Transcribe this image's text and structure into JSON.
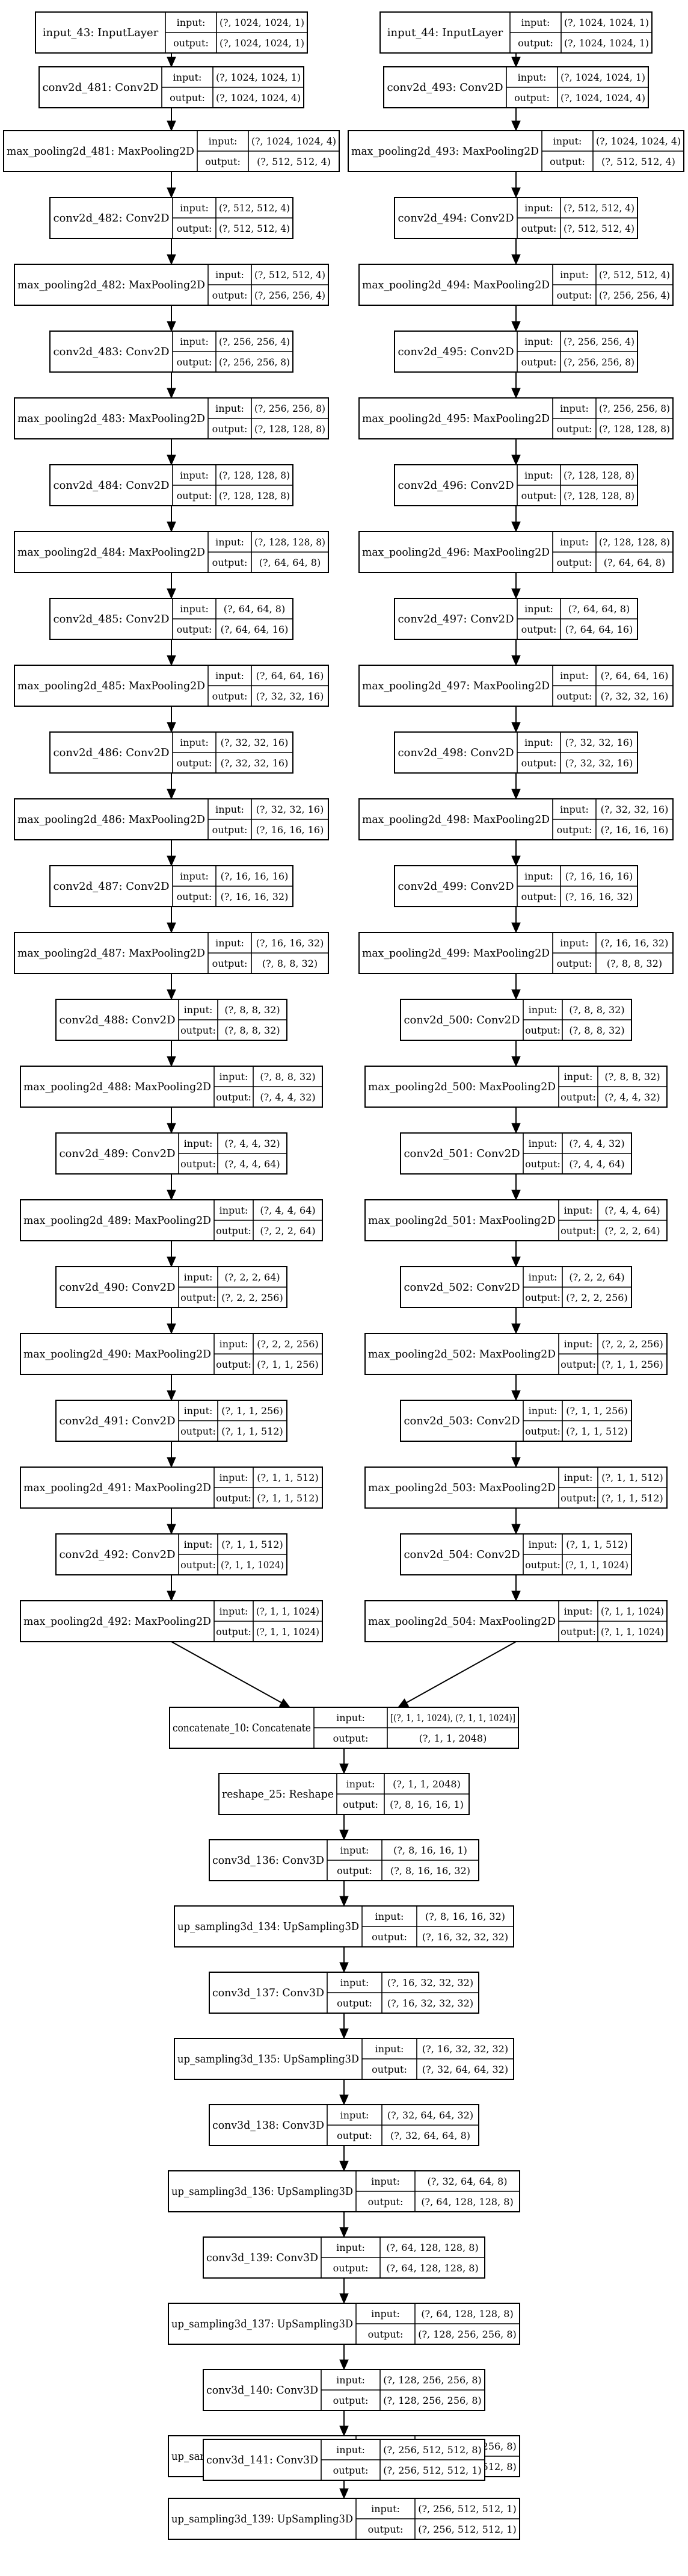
{
  "labels": {
    "input": "input:",
    "output": "output:"
  },
  "nodes": [
    {
      "id": "n0",
      "name": "input_43: InputLayer",
      "input": "(?, 1024, 1024, 1)",
      "output": "(?, 1024, 1024, 1)"
    },
    {
      "id": "n1",
      "name": "conv2d_481: Conv2D",
      "input": "(?, 1024, 1024, 1)",
      "output": "(?, 1024, 1024, 4)"
    },
    {
      "id": "n2",
      "name": "max_pooling2d_481: MaxPooling2D",
      "input": "(?, 1024, 1024, 4)",
      "output": "(?, 512, 512, 4)"
    },
    {
      "id": "n3",
      "name": "conv2d_482: Conv2D",
      "input": "(?, 512, 512, 4)",
      "output": "(?, 512, 512, 4)"
    },
    {
      "id": "n4",
      "name": "max_pooling2d_482: MaxPooling2D",
      "input": "(?, 512, 512, 4)",
      "output": "(?, 256, 256, 4)"
    },
    {
      "id": "n5",
      "name": "conv2d_483: Conv2D",
      "input": "(?, 256, 256, 4)",
      "output": "(?, 256, 256, 8)"
    },
    {
      "id": "n6",
      "name": "max_pooling2d_483: MaxPooling2D",
      "input": "(?, 256, 256, 8)",
      "output": "(?, 128, 128, 8)"
    },
    {
      "id": "n7",
      "name": "conv2d_484: Conv2D",
      "input": "(?, 128, 128, 8)",
      "output": "(?, 128, 128, 8)"
    },
    {
      "id": "n8",
      "name": "max_pooling2d_484: MaxPooling2D",
      "input": "(?, 128, 128, 8)",
      "output": "(?, 64, 64, 8)"
    },
    {
      "id": "n9",
      "name": "conv2d_485: Conv2D",
      "input": "(?, 64, 64, 8)",
      "output": "(?, 64, 64, 16)"
    },
    {
      "id": "n10",
      "name": "max_pooling2d_485: MaxPooling2D",
      "input": "(?, 64, 64, 16)",
      "output": "(?, 32, 32, 16)"
    },
    {
      "id": "n11",
      "name": "conv2d_486: Conv2D",
      "input": "(?, 32, 32, 16)",
      "output": "(?, 32, 32, 16)"
    },
    {
      "id": "n12",
      "name": "max_pooling2d_486: MaxPooling2D",
      "input": "(?, 32, 32, 16)",
      "output": "(?, 16, 16, 16)"
    },
    {
      "id": "n13",
      "name": "conv2d_487: Conv2D",
      "input": "(?, 16, 16, 16)",
      "output": "(?, 16, 16, 32)"
    },
    {
      "id": "n14",
      "name": "max_pooling2d_487: MaxPooling2D",
      "input": "(?, 16, 16, 32)",
      "output": "(?, 8, 8, 32)"
    },
    {
      "id": "n15",
      "name": "conv2d_488: Conv2D",
      "input": "(?, 8, 8, 32)",
      "output": "(?, 8, 8, 32)"
    },
    {
      "id": "n16",
      "name": "max_pooling2d_488: MaxPooling2D",
      "input": "(?, 8, 8, 32)",
      "output": "(?, 4, 4, 32)"
    },
    {
      "id": "n17",
      "name": "conv2d_489: Conv2D",
      "input": "(?, 4, 4, 32)",
      "output": "(?, 4, 4, 64)"
    },
    {
      "id": "n18",
      "name": "max_pooling2d_489: MaxPooling2D",
      "input": "(?, 4, 4, 64)",
      "output": "(?, 2, 2, 64)"
    },
    {
      "id": "n19",
      "name": "conv2d_490: Conv2D",
      "input": "(?, 2, 2, 64)",
      "output": "(?, 2, 2, 256)"
    },
    {
      "id": "n20",
      "name": "max_pooling2d_490: MaxPooling2D",
      "input": "(?, 2, 2, 256)",
      "output": "(?, 1, 1, 256)"
    },
    {
      "id": "n21",
      "name": "conv2d_491: Conv2D",
      "input": "(?, 1, 1, 256)",
      "output": "(?, 1, 1, 512)"
    },
    {
      "id": "n22",
      "name": "max_pooling2d_491: MaxPooling2D",
      "input": "(?, 1, 1, 512)",
      "output": "(?, 1, 1, 512)"
    },
    {
      "id": "n23",
      "name": "conv2d_492: Conv2D",
      "input": "(?, 1, 1, 512)",
      "output": "(?, 1, 1, 1024)"
    },
    {
      "id": "n24",
      "name": "max_pooling2d_492: MaxPooling2D",
      "input": "(?, 1, 1, 1024)",
      "output": "(?, 1, 1, 1024)"
    },
    {
      "id": "m0",
      "name": "input_44: InputLayer",
      "input": "(?, 1024, 1024, 1)",
      "output": "(?, 1024, 1024, 1)"
    },
    {
      "id": "m1",
      "name": "conv2d_493: Conv2D",
      "input": "(?, 1024, 1024, 1)",
      "output": "(?, 1024, 1024, 4)"
    },
    {
      "id": "m2",
      "name": "max_pooling2d_493: MaxPooling2D",
      "input": "(?, 1024, 1024, 4)",
      "output": "(?, 512, 512, 4)"
    },
    {
      "id": "m3",
      "name": "conv2d_494: Conv2D",
      "input": "(?, 512, 512, 4)",
      "output": "(?, 512, 512, 4)"
    },
    {
      "id": "m4",
      "name": "max_pooling2d_494: MaxPooling2D",
      "input": "(?, 512, 512, 4)",
      "output": "(?, 256, 256, 4)"
    },
    {
      "id": "m5",
      "name": "conv2d_495: Conv2D",
      "input": "(?, 256, 256, 4)",
      "output": "(?, 256, 256, 8)"
    },
    {
      "id": "m6",
      "name": "max_pooling2d_495: MaxPooling2D",
      "input": "(?, 256, 256, 8)",
      "output": "(?, 128, 128, 8)"
    },
    {
      "id": "m7",
      "name": "conv2d_496: Conv2D",
      "input": "(?, 128, 128, 8)",
      "output": "(?, 128, 128, 8)"
    },
    {
      "id": "m8",
      "name": "max_pooling2d_496: MaxPooling2D",
      "input": "(?, 128, 128, 8)",
      "output": "(?, 64, 64, 8)"
    },
    {
      "id": "m9",
      "name": "conv2d_497: Conv2D",
      "input": "(?, 64, 64, 8)",
      "output": "(?, 64, 64, 16)"
    },
    {
      "id": "m10",
      "name": "max_pooling2d_497: MaxPooling2D",
      "input": "(?, 64, 64, 16)",
      "output": "(?, 32, 32, 16)"
    },
    {
      "id": "m11",
      "name": "conv2d_498: Conv2D",
      "input": "(?, 32, 32, 16)",
      "output": "(?, 32, 32, 16)"
    },
    {
      "id": "m12",
      "name": "max_pooling2d_498: MaxPooling2D",
      "input": "(?, 32, 32, 16)",
      "output": "(?, 16, 16, 16)"
    },
    {
      "id": "m13",
      "name": "conv2d_499: Conv2D",
      "input": "(?, 16, 16, 16)",
      "output": "(?, 16, 16, 32)"
    },
    {
      "id": "m14",
      "name": "max_pooling2d_499: MaxPooling2D",
      "input": "(?, 16, 16, 32)",
      "output": "(?, 8, 8, 32)"
    },
    {
      "id": "m15",
      "name": "conv2d_500: Conv2D",
      "input": "(?, 8, 8, 32)",
      "output": "(?, 8, 8, 32)"
    },
    {
      "id": "m16",
      "name": "max_pooling2d_500: MaxPooling2D",
      "input": "(?, 8, 8, 32)",
      "output": "(?, 4, 4, 32)"
    },
    {
      "id": "m17",
      "name": "conv2d_501: Conv2D",
      "input": "(?, 4, 4, 32)",
      "output": "(?, 4, 4, 64)"
    },
    {
      "id": "m18",
      "name": "max_pooling2d_501: MaxPooling2D",
      "input": "(?, 4, 4, 64)",
      "output": "(?, 2, 2, 64)"
    },
    {
      "id": "m19",
      "name": "conv2d_502: Conv2D",
      "input": "(?, 2, 2, 64)",
      "output": "(?, 2, 2, 256)"
    },
    {
      "id": "m20",
      "name": "max_pooling2d_502: MaxPooling2D",
      "input": "(?, 2, 2, 256)",
      "output": "(?, 1, 1, 256)"
    },
    {
      "id": "m21",
      "name": "conv2d_503: Conv2D",
      "input": "(?, 1, 1, 256)",
      "output": "(?, 1, 1, 512)"
    },
    {
      "id": "m22",
      "name": "max_pooling2d_503: MaxPooling2D",
      "input": "(?, 1, 1, 512)",
      "output": "(?, 1, 1, 512)"
    },
    {
      "id": "m23",
      "name": "conv2d_504: Conv2D",
      "input": "(?, 1, 1, 512)",
      "output": "(?, 1, 1, 1024)"
    },
    {
      "id": "m24",
      "name": "max_pooling2d_504: MaxPooling2D",
      "input": "(?, 1, 1, 1024)",
      "output": "(?, 1, 1, 1024)"
    },
    {
      "id": "c0",
      "name": "concatenate_10: Concatenate",
      "input": "[(?, 1, 1, 1024), (?, 1, 1, 1024)]",
      "output": "(?, 1, 1, 2048)"
    },
    {
      "id": "c1",
      "name": "reshape_25: Reshape",
      "input": "(?, 1, 1, 2048)",
      "output": "(?, 8, 16, 16, 1)"
    },
    {
      "id": "c2",
      "name": "conv3d_136: Conv3D",
      "input": "(?, 8, 16, 16, 1)",
      "output": "(?, 8, 16, 16, 32)"
    },
    {
      "id": "c3",
      "name": "up_sampling3d_134: UpSampling3D",
      "input": "(?, 8, 16, 16, 32)",
      "output": "(?, 16, 32, 32, 32)"
    },
    {
      "id": "c4",
      "name": "conv3d_137: Conv3D",
      "input": "(?, 16, 32, 32, 32)",
      "output": "(?, 16, 32, 32, 32)"
    },
    {
      "id": "c5",
      "name": "up_sampling3d_135: UpSampling3D",
      "input": "(?, 16, 32, 32, 32)",
      "output": "(?, 32, 64, 64, 32)"
    },
    {
      "id": "c6",
      "name": "conv3d_138: Conv3D",
      "input": "(?, 32, 64, 64, 32)",
      "output": "(?, 32, 64, 64, 8)"
    },
    {
      "id": "c7",
      "name": "up_sampling3d_136: UpSampling3D",
      "input": "(?, 32, 64, 64, 8)",
      "output": "(?, 64, 128, 128, 8)"
    },
    {
      "id": "c8",
      "name": "conv3d_139: Conv3D",
      "input": "(?, 64, 128, 128, 8)",
      "output": "(?, 64, 128, 128, 8)"
    },
    {
      "id": "c9",
      "name": "up_sampling3d_137: UpSampling3D",
      "input": "(?, 64, 128, 128, 8)",
      "output": "(?, 128, 256, 256, 8)"
    },
    {
      "id": "c10",
      "name": "conv3d_140: Conv3D",
      "input": "(?, 128, 256, 256, 8)",
      "output": "(?, 128, 256, 256, 8)"
    },
    {
      "id": "c11",
      "name": "up_sampling3d_138: UpSampling3D",
      "input": "(?, 128, 256, 256, 8)",
      "output": "(?, 256, 512, 512, 8)"
    },
    {
      "id": "c12",
      "name": "conv3d_141: Conv3D",
      "input": "(?, 256, 512, 512, 8)",
      "output": "(?, 256, 512, 512, 1)"
    },
    {
      "id": "c13",
      "name": "up_sampling3d_139: UpSampling3D",
      "input": "(?, 256, 512, 512, 1)",
      "output": "(?, 256, 512, 512, 1)"
    }
  ],
  "edges": [
    [
      "n0",
      "n1"
    ],
    [
      "n1",
      "n2"
    ],
    [
      "n2",
      "n3"
    ],
    [
      "n3",
      "n4"
    ],
    [
      "n4",
      "n5"
    ],
    [
      "n5",
      "n6"
    ],
    [
      "n6",
      "n7"
    ],
    [
      "n7",
      "n8"
    ],
    [
      "n8",
      "n9"
    ],
    [
      "n9",
      "n10"
    ],
    [
      "n10",
      "n11"
    ],
    [
      "n11",
      "n12"
    ],
    [
      "n12",
      "n13"
    ],
    [
      "n13",
      "n14"
    ],
    [
      "n14",
      "n15"
    ],
    [
      "n15",
      "n16"
    ],
    [
      "n16",
      "n17"
    ],
    [
      "n17",
      "n18"
    ],
    [
      "n18",
      "n19"
    ],
    [
      "n19",
      "n20"
    ],
    [
      "n20",
      "n21"
    ],
    [
      "n21",
      "n22"
    ],
    [
      "n22",
      "n23"
    ],
    [
      "n23",
      "n24"
    ],
    [
      "m0",
      "m1"
    ],
    [
      "m1",
      "m2"
    ],
    [
      "m2",
      "m3"
    ],
    [
      "m3",
      "m4"
    ],
    [
      "m4",
      "m5"
    ],
    [
      "m5",
      "m6"
    ],
    [
      "m6",
      "m7"
    ],
    [
      "m7",
      "m8"
    ],
    [
      "m8",
      "m9"
    ],
    [
      "m9",
      "m10"
    ],
    [
      "m10",
      "m11"
    ],
    [
      "m11",
      "m12"
    ],
    [
      "m12",
      "m13"
    ],
    [
      "m13",
      "m14"
    ],
    [
      "m14",
      "m15"
    ],
    [
      "m15",
      "m16"
    ],
    [
      "m16",
      "m17"
    ],
    [
      "m17",
      "m18"
    ],
    [
      "m18",
      "m19"
    ],
    [
      "m19",
      "m20"
    ],
    [
      "m20",
      "m21"
    ],
    [
      "m21",
      "m22"
    ],
    [
      "m22",
      "m23"
    ],
    [
      "m23",
      "m24"
    ],
    [
      "n24",
      "c0"
    ],
    [
      "m24",
      "c0"
    ],
    [
      "c0",
      "c1"
    ],
    [
      "c1",
      "c2"
    ],
    [
      "c2",
      "c3"
    ],
    [
      "c3",
      "c4"
    ],
    [
      "c4",
      "c5"
    ],
    [
      "c5",
      "c6"
    ],
    [
      "c6",
      "c7"
    ],
    [
      "c7",
      "c8"
    ],
    [
      "c8",
      "c9"
    ],
    [
      "c9",
      "c10"
    ],
    [
      "c10",
      "c11"
    ],
    [
      "c11",
      "c12"
    ],
    [
      "c12",
      "c13"
    ]
  ]
}
